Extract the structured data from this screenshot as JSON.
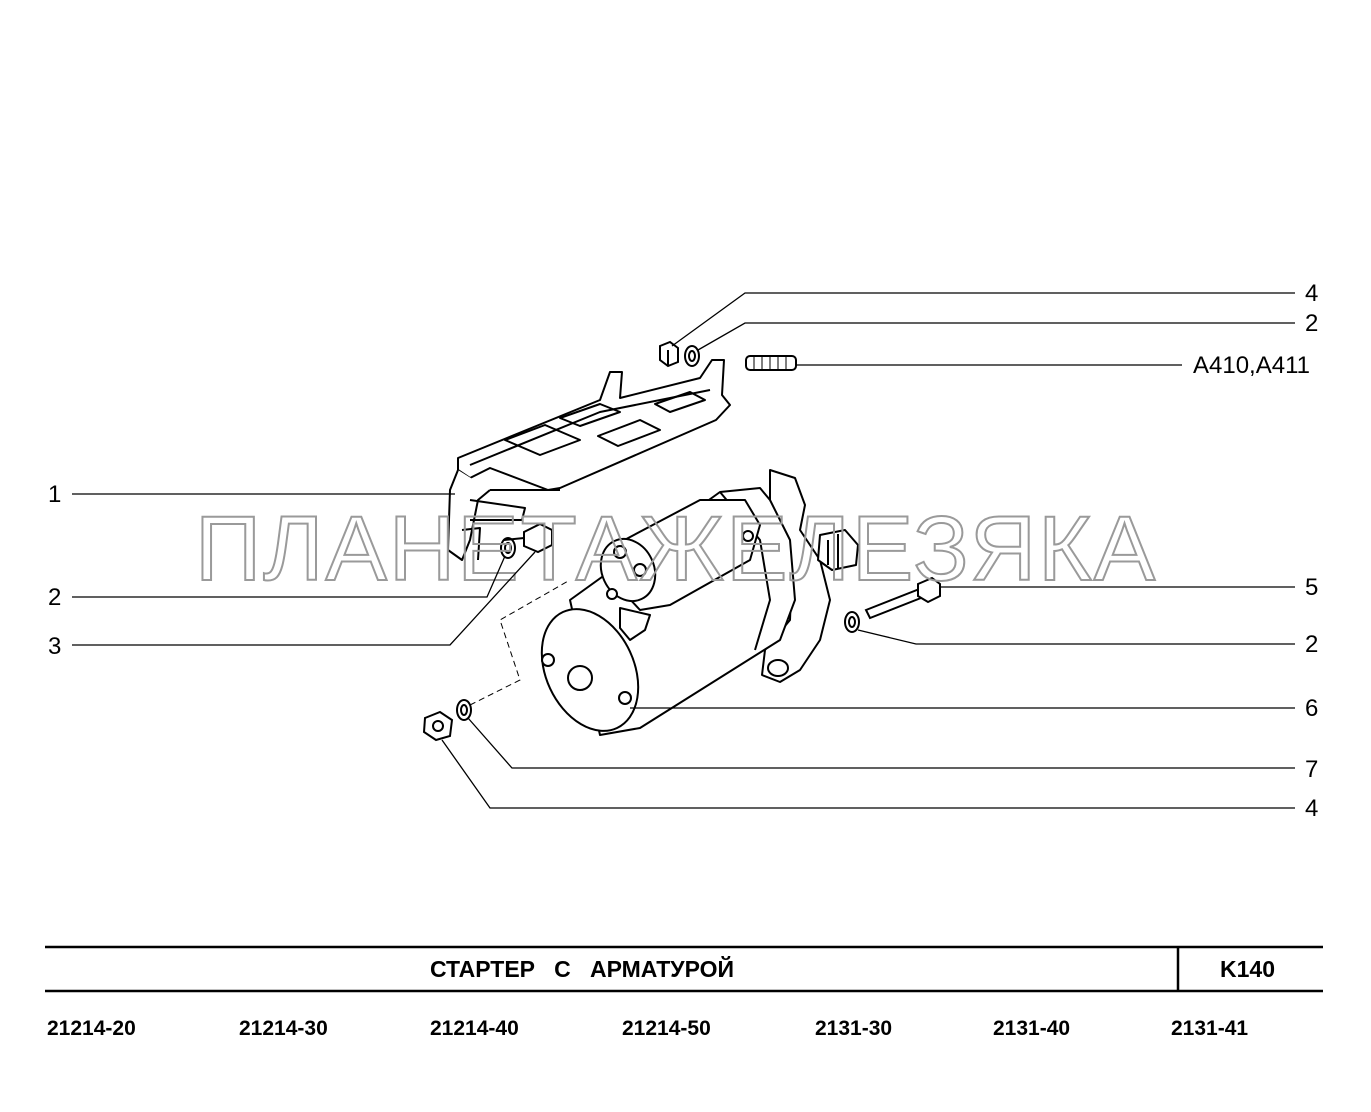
{
  "watermark": "ПЛАНЕТАЖЕЛЕЗЯКА",
  "callouts": {
    "r_top4": "4",
    "r_top2": "2",
    "r_a410": "A410,A411",
    "l_1": "1",
    "l_2": "2",
    "l_3": "3",
    "r_5": "5",
    "r_2": "2",
    "r_6": "6",
    "r_7": "7",
    "r_4": "4"
  },
  "title": {
    "name": "СТАРТЕР   С   АРМАТУРОЙ",
    "code": "K140"
  },
  "models": [
    "21214-20",
    "21214-30",
    "21214-40",
    "21214-50",
    "2131-30",
    "2131-40",
    "2131-41"
  ],
  "colors": {
    "line": "#000000",
    "watermark": "#9a9a9a",
    "background": "#ffffff"
  }
}
